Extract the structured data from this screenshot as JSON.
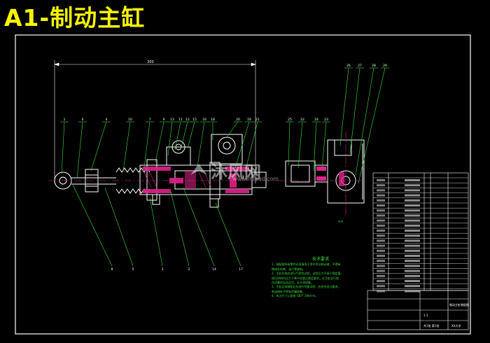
{
  "drawing_title": "A1-制动主缸",
  "watermark": {
    "brand": "沐风网",
    "url": "www.mfcad.com"
  },
  "dimension": {
    "overall_length": "300"
  },
  "callouts_top": [
    "1",
    "6",
    "4",
    "10",
    "7",
    "9",
    "13",
    "11",
    "12",
    "15",
    "16",
    "18",
    "20",
    "19",
    "21",
    "25",
    "22",
    "24",
    "23",
    "26",
    "27",
    "28",
    "29"
  ],
  "callouts_bottom": [
    "8",
    "5",
    "3",
    "2",
    "14",
    "17"
  ],
  "tech_requirements": {
    "title": "技术要求",
    "lines": [
      "1、装配前所有零件必须清洗干净并涂以制动液，不得有",
      "   锈蚀及毛刺、油污等缺陷。",
      "2、主缸总成应进行气密性试验，试验压力不低于规定值，",
      "   保压时间内压力下降不应超过规定要求。在主缸全行程",
      "   内活塞应运动灵活，无卡滞现象。",
      "3、主缸总成装配后应进行性能试验，应符合设计要求，",
      "   各连接处不得有泄漏现象。",
      "4、未注尺寸公差按 GB/T 1804-m。"
    ]
  },
  "title_block": {
    "drawing_name": "制动主缸装配图",
    "scale": "1:1",
    "sheet": "共1张 第1张",
    "school": "XX大学"
  },
  "colors": {
    "frame": "#ffffff",
    "outline": "#ffffff",
    "section_fill": "#e0218a",
    "leader": "#38e03a",
    "part": "#ffffff",
    "accent": "#f5f500",
    "text_green": "#36e23a"
  }
}
